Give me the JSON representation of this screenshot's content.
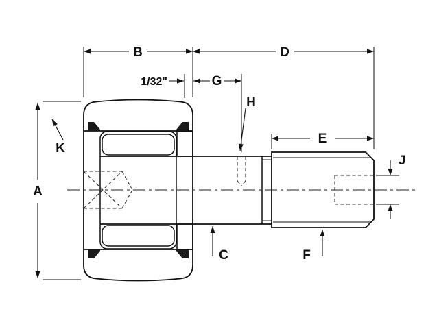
{
  "meta": {
    "background": "#ffffff",
    "line_color": "#111111",
    "drawing_type": "cam-follower-cross-section"
  },
  "labels": {
    "A": "A",
    "B": "B",
    "C": "C",
    "D": "D",
    "E": "E",
    "F": "F",
    "G": "G",
    "H": "H",
    "J": "J",
    "K": "K",
    "offset_1_32": "1/32\""
  }
}
